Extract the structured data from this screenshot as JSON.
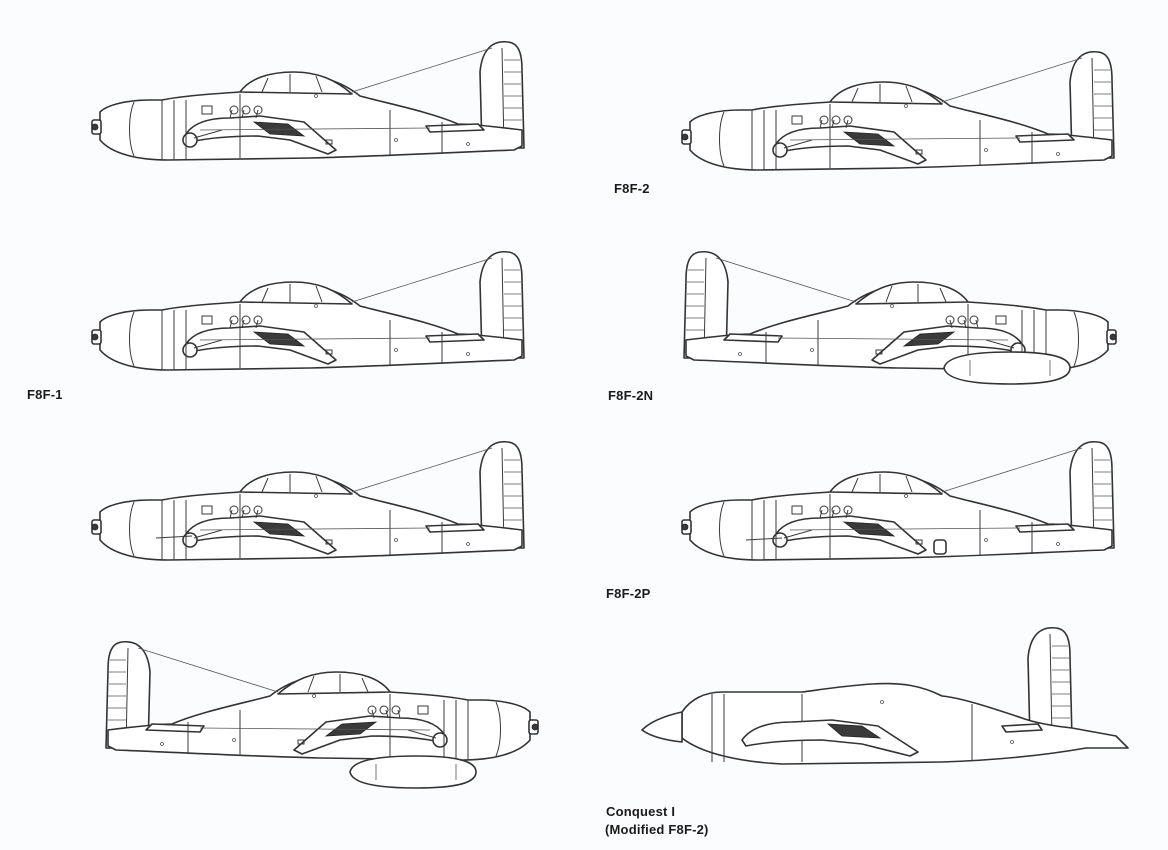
{
  "labels": {
    "f8f2": "F8F-2",
    "f8f1": "F8F-1",
    "f8f2n": "F8F-2N",
    "f8f2p": "F8F-2P",
    "conquest_line1": "Conquest I",
    "conquest_line2": "(Modified F8F-2)"
  }
}
